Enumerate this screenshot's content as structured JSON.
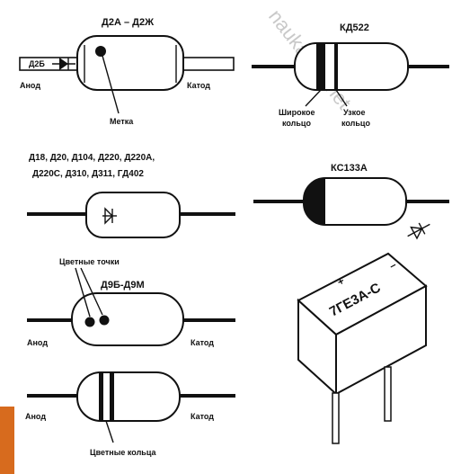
{
  "watermark": "naukaone.net",
  "colors": {
    "accent_block": "#d76b1e",
    "ink": "#111111"
  },
  "labels": {
    "title_d2": "Д2А – Д2Ж",
    "d2_anode_mark": "Д2Б",
    "d2_anode": "Анод",
    "d2_cathode": "Катод",
    "d2_mark": "Метка",
    "title_kd": "КД522",
    "kd_wide_ring": "Широкое кольцо",
    "kd_narrow_ring": "Узкое кольцо",
    "group_line1": "Д18, Д20, Д104, Д220, Д220А,",
    "group_line2": "Д220С, Д310, Д311, ГД402",
    "title_kc": "КС133А",
    "color_dots": "Цветные точки",
    "title_d9": "Д9Б-Д9М",
    "d9_anode": "Анод",
    "d9_cathode": "Катод",
    "bottom_anode": "Анод",
    "bottom_cathode": "Катод",
    "color_rings": "Цветные кольца",
    "block_marking": "7ГЕ3А-С"
  }
}
